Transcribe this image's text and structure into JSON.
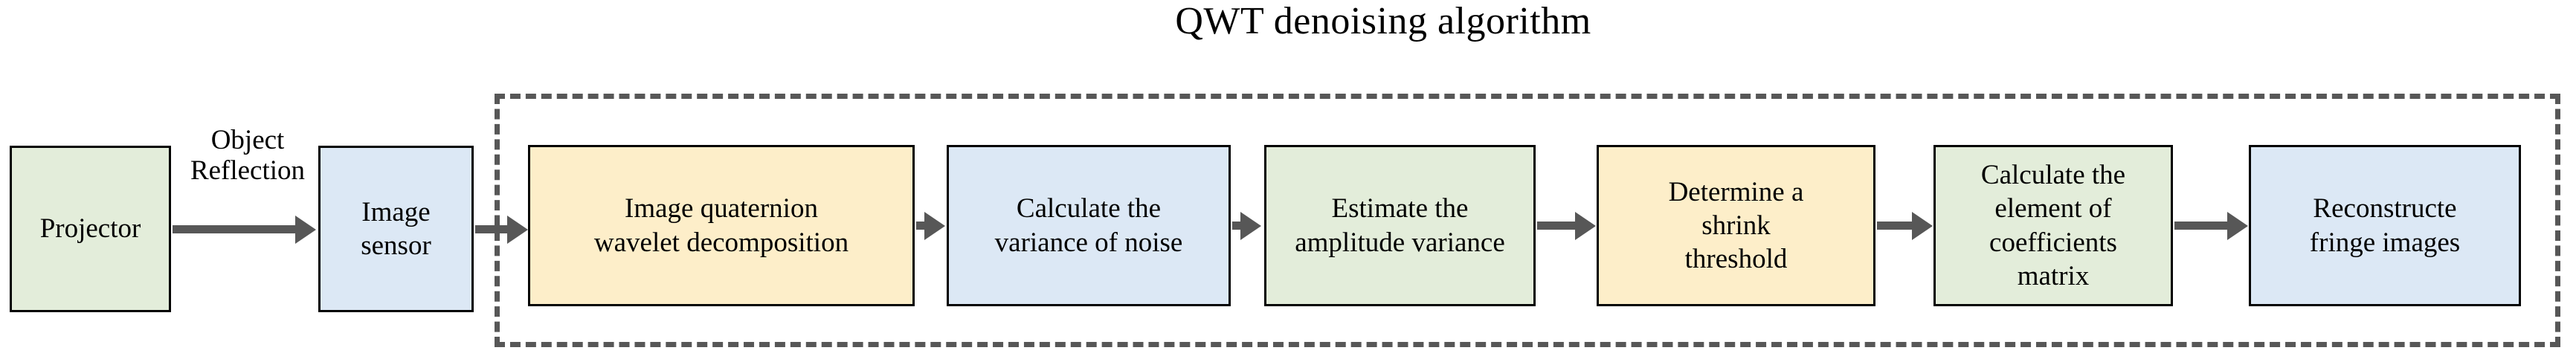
{
  "figure": {
    "title": "QWT denoising algorithm",
    "type": "flowchart",
    "background": "#ffffff"
  },
  "colors": {
    "green_fill": "#e3edda",
    "blue_fill": "#dce8f5",
    "cream_fill": "#fdeec9",
    "node_border": "#000000",
    "arrow": "#575757",
    "dashed_border": "#575757"
  },
  "nodes": [
    {
      "id": "projector",
      "label": "Projector",
      "fill": "green",
      "group": "acquisition"
    },
    {
      "id": "image-sensor",
      "label": "Image\nsensor",
      "fill": "blue",
      "group": "acquisition"
    },
    {
      "id": "qwt-decompose",
      "label": "Image quaternion\nwavelet decomposition",
      "fill": "cream",
      "group": "qwt"
    },
    {
      "id": "noise-variance",
      "label": "Calculate  the\nvariance of noise",
      "fill": "blue",
      "group": "qwt"
    },
    {
      "id": "amp-variance",
      "label": "Estimate the\namplitude variance",
      "fill": "green",
      "group": "qwt"
    },
    {
      "id": "shrink-thresh",
      "label": "Determine a\nshrink\nthreshold",
      "fill": "cream",
      "group": "qwt"
    },
    {
      "id": "coeff-matrix",
      "label": "Calculate the\nelement of\ncoefficients\nmatrix",
      "fill": "green",
      "group": "qwt"
    },
    {
      "id": "reconstruct",
      "label": "Reconstructe\nfringe images",
      "fill": "blue",
      "group": "qwt"
    }
  ],
  "edges": [
    {
      "from": "projector",
      "to": "image-sensor",
      "label": "Object\nReflection"
    },
    {
      "from": "image-sensor",
      "to": "qwt-decompose",
      "label": ""
    },
    {
      "from": "qwt-decompose",
      "to": "noise-variance",
      "label": ""
    },
    {
      "from": "noise-variance",
      "to": "amp-variance",
      "label": ""
    },
    {
      "from": "amp-variance",
      "to": "shrink-thresh",
      "label": ""
    },
    {
      "from": "shrink-thresh",
      "to": "coeff-matrix",
      "label": ""
    },
    {
      "from": "coeff-matrix",
      "to": "reconstruct",
      "label": ""
    }
  ],
  "group_box": {
    "id": "qwt",
    "style": "dashed",
    "label": "QWT denoising algorithm"
  }
}
